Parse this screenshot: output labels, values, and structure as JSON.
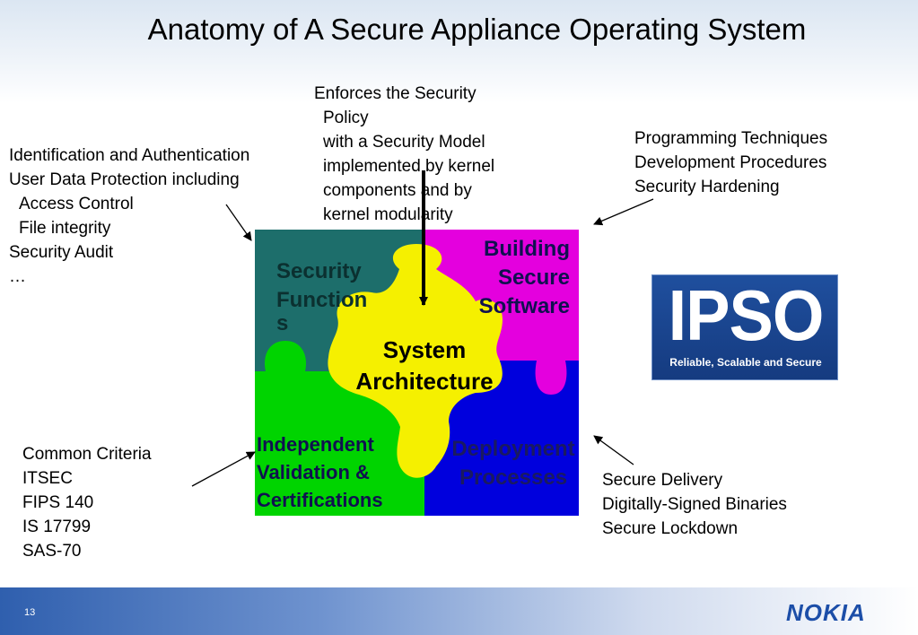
{
  "title": "Anatomy of A Secure Appliance Operating System",
  "annotations": {
    "top_center": [
      "Enforces the Security",
      "  Policy",
      "with a Security Model",
      "implemented by kernel",
      "components and by",
      "kernel modularity"
    ],
    "top_left": [
      "Identification and Authentication",
      "User Data Protection including",
      "  Access Control",
      "  File integrity",
      "Security Audit",
      "…"
    ],
    "top_right": [
      "Programming Techniques",
      "Development Procedures",
      "Security Hardening"
    ],
    "bottom_left": [
      "Common Criteria",
      "ITSEC",
      "FIPS 140",
      "IS 17799",
      "SAS-70"
    ],
    "bottom_right": [
      "Secure Delivery",
      "Digitally-Signed Binaries",
      "Secure Lockdown"
    ]
  },
  "puzzle": {
    "security_functions": [
      "Security",
      "Function",
      "s"
    ],
    "building_secure_software": [
      "Building",
      "Secure",
      "Software"
    ],
    "system_architecture": [
      "System",
      "Architecture"
    ],
    "independent_validation": [
      "Independent",
      "Validation &",
      "Certifications"
    ],
    "deployment_processes": [
      "Deployment",
      "Processes"
    ]
  },
  "colors": {
    "teal": "#1d6e6b",
    "magenta": "#e400de",
    "green": "#00d400",
    "blue": "#0000dd",
    "yellow": "#f5f000",
    "label_teal": "#0b3030",
    "label_darkblue": "#101050",
    "label_deployment": "#1a1a60"
  },
  "ipso_logo": {
    "word": "IPSO",
    "tagline": "Reliable, Scalable and Secure"
  },
  "footer": {
    "page_number": "13",
    "logo": "NOKIA"
  }
}
